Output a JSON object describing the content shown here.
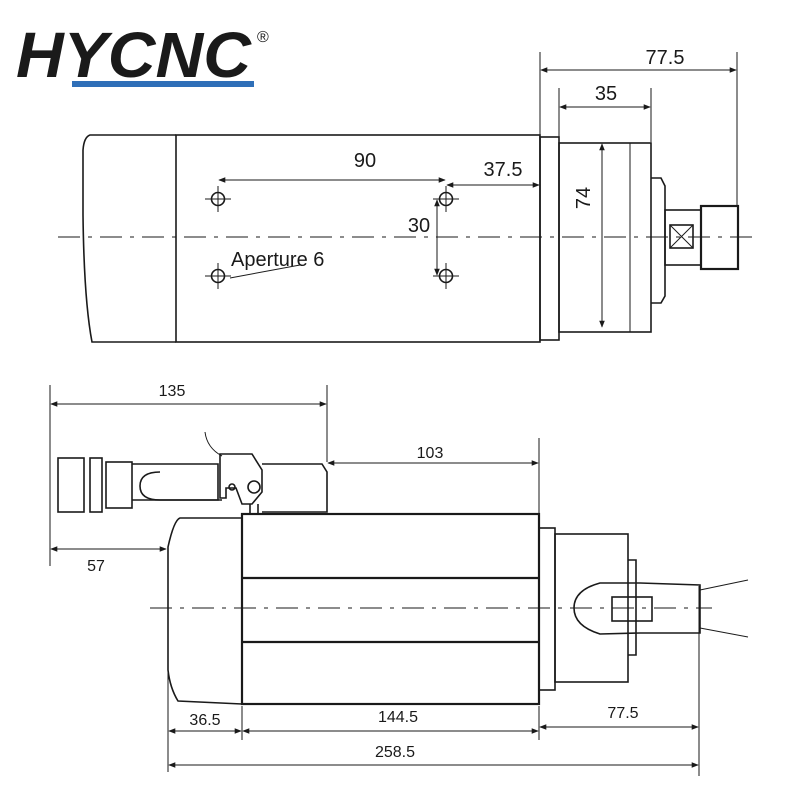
{
  "brand": {
    "name": "HYCNC",
    "registered_mark": "®",
    "text_color": "#1a1a1a",
    "underline_color": "#2f6fb8"
  },
  "top_view": {
    "dims": {
      "overall_nose": "77.5",
      "nut_length": "35",
      "hole_spacing_long": "90",
      "hole_offset": "37.5",
      "hole_spacing_short": "30",
      "nose_diameter": "74"
    },
    "aperture_label": "Aperture 6"
  },
  "side_view": {
    "dims": {
      "connector_length": "135",
      "connector_offset": "57",
      "connector_to_flange": "103",
      "rear_cap": "36.5",
      "body_length": "144.5",
      "nose_length": "77.5",
      "total_length": "258.5"
    }
  }
}
